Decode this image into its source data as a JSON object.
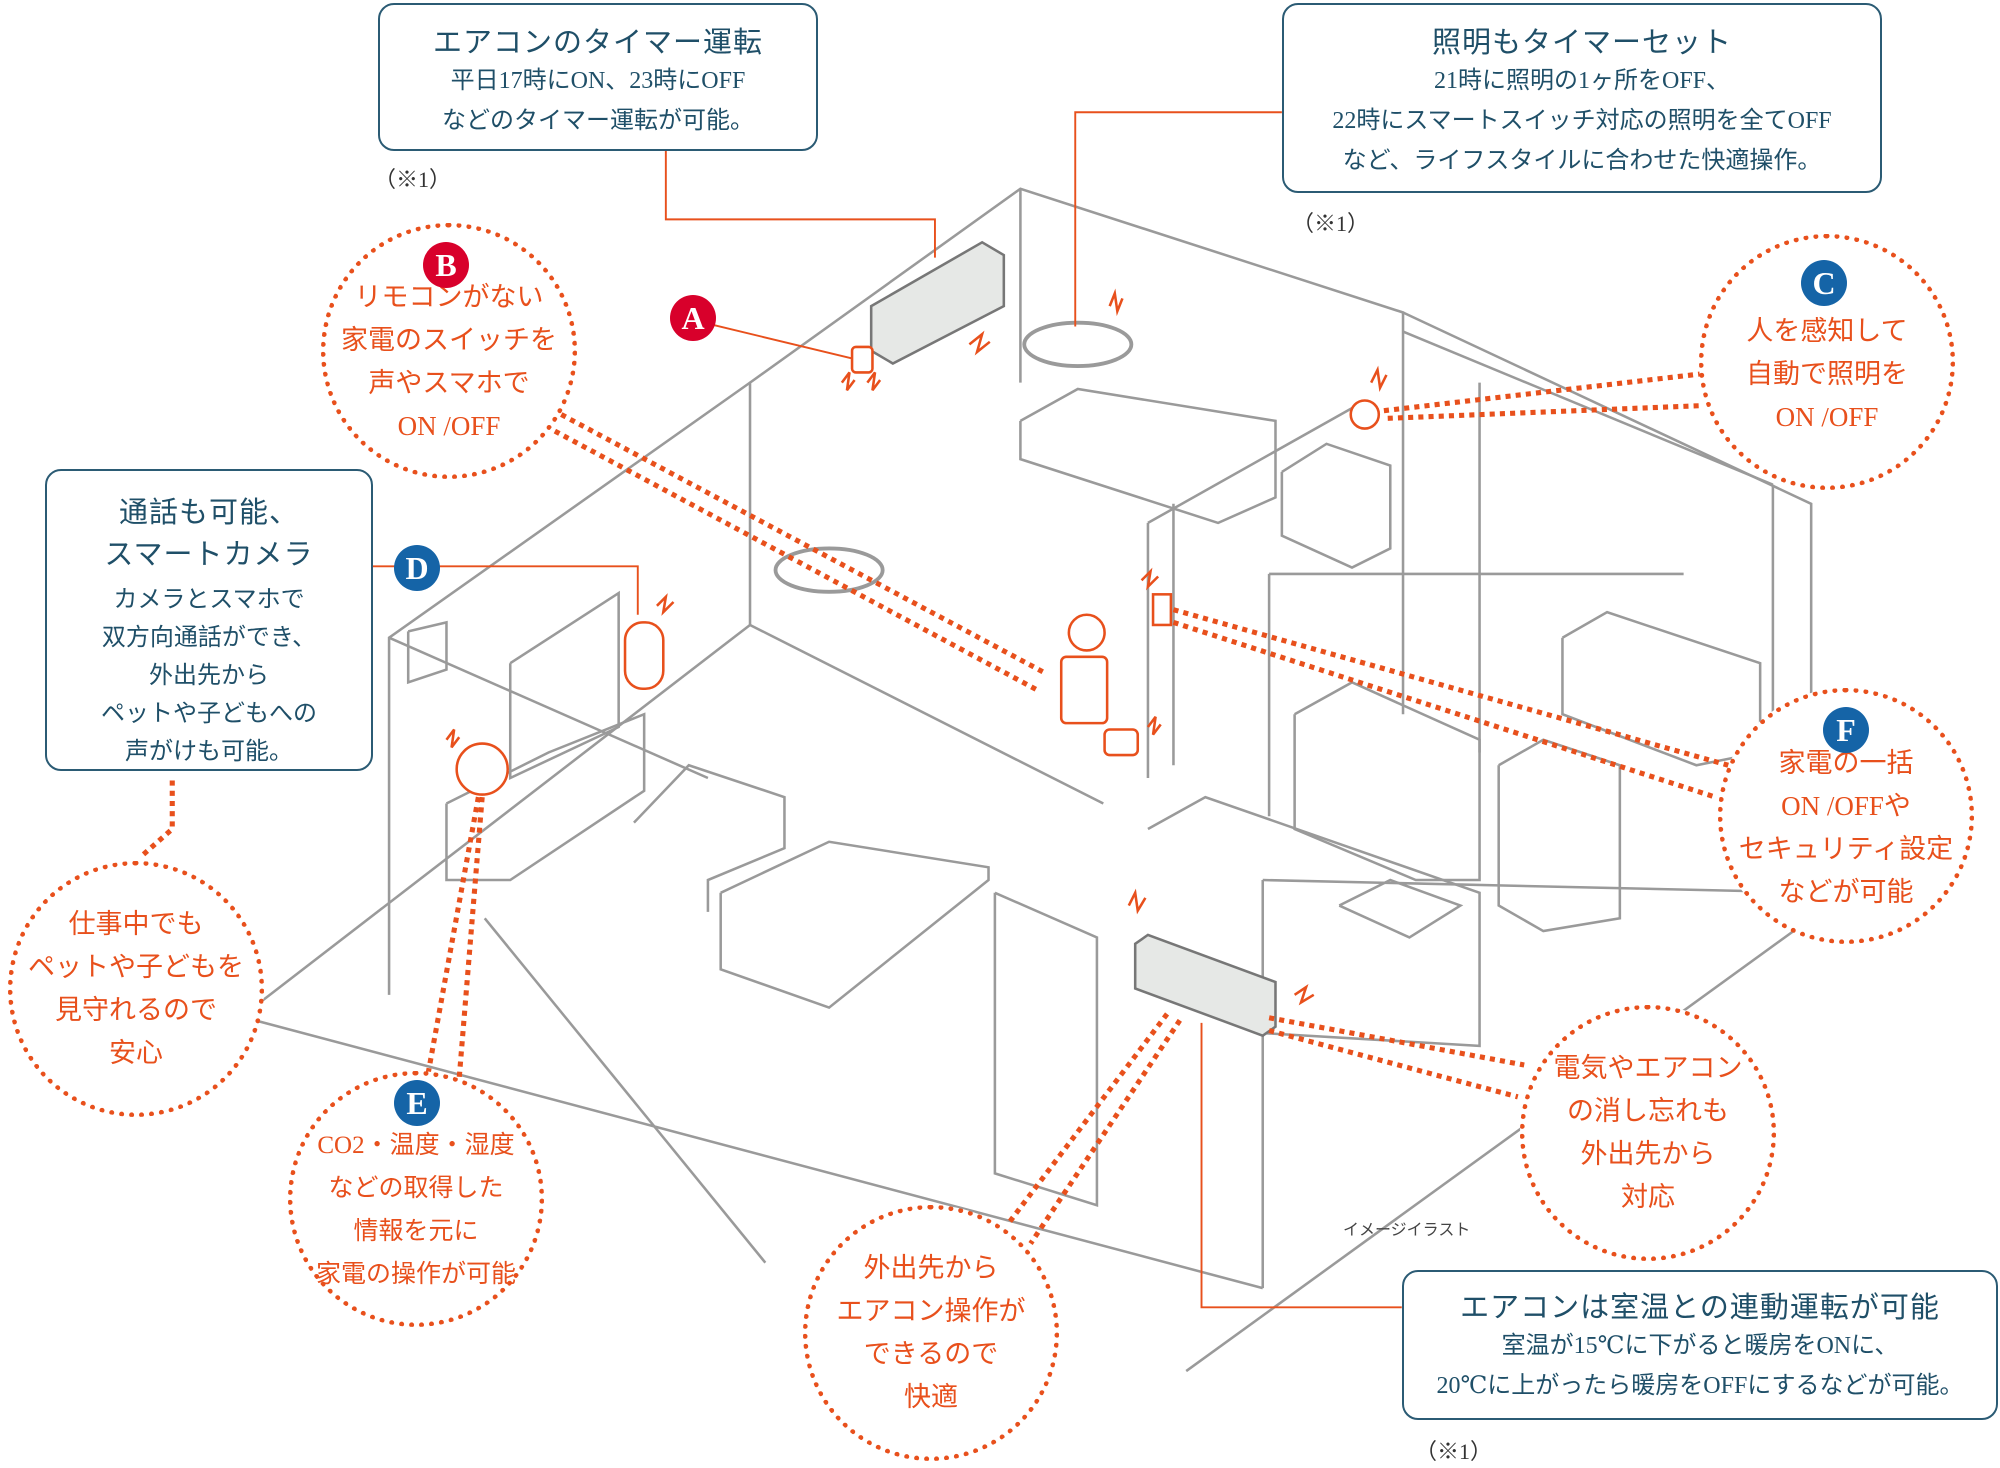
{
  "callouts": {
    "ac_timer": {
      "title": "エアコンのタイマー運転",
      "lines": [
        "平日17時にON、23時にOFF",
        "などのタイマー運転が可能。"
      ],
      "note": "（※1）"
    },
    "light_timer": {
      "title": "照明もタイマーセット",
      "lines": [
        "21時に照明の1ヶ所をOFF、",
        "22時にスマートスイッチ対応の照明を全てOFF",
        "など、ライフスタイルに合わせた快適操作。"
      ],
      "note": "（※1）"
    },
    "camera": {
      "title_lines": [
        "通話も可能、",
        "スマートカメラ"
      ],
      "lines": [
        "カメラとスマホで",
        "双方向通話ができ、",
        "外出先から",
        "ペットや子どもへの",
        "声がけも可能。"
      ]
    },
    "ac_link": {
      "title": "エアコンは室温との連動運転が可能",
      "lines": [
        "室温が15℃に下がると暖房をONに、",
        "20℃に上がったら暖房をOFFにするなどが可能。"
      ],
      "note": "（※1）"
    }
  },
  "badges": {
    "a": "A",
    "b": "B",
    "c": "C",
    "d": "D",
    "e": "E",
    "f": "F"
  },
  "bubbles": {
    "b": [
      "リモコンがない",
      "家電のスイッチを",
      "声やスマホで",
      "ON /OFF"
    ],
    "c": [
      "人を感知して",
      "自動で照明を",
      "ON /OFF"
    ],
    "f": [
      "家電の一括",
      "ON /OFFや",
      "セキュリティ設定",
      "などが可能"
    ],
    "watch": [
      "仕事中でも",
      "ペットや子どもを",
      "見守れるので",
      "安心"
    ],
    "e": [
      "CO2・温度・湿度",
      "などの取得した",
      "情報を元に",
      "家電の操作が可能"
    ],
    "remote_ac": [
      "外出先から",
      "エアコン操作が",
      "できるので",
      "快適"
    ],
    "forgot": [
      "電気やエアコン",
      "の消し忘れも",
      "外出先から",
      "対応"
    ]
  },
  "caption": "イメージイラスト",
  "colors": {
    "accent_orange": "#e8501c",
    "text_navy": "#1f4f68",
    "badge_red": "#d8002b",
    "badge_blue": "#1564a7",
    "line_gray": "#9a9a9a"
  }
}
